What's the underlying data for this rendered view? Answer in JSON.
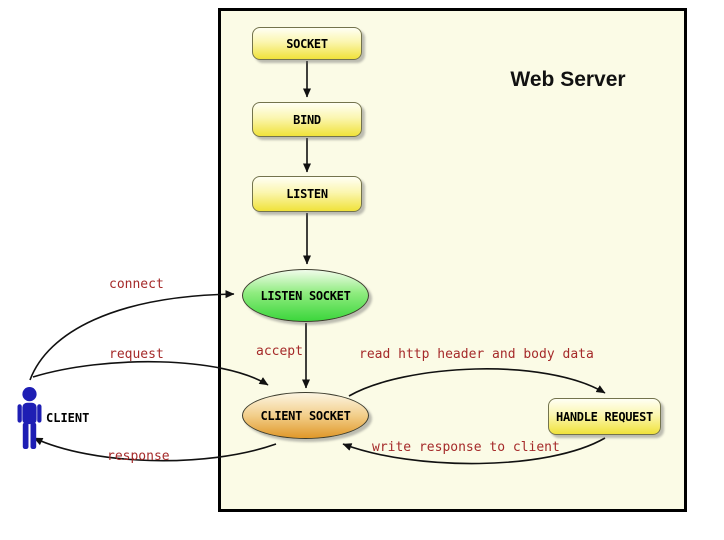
{
  "title": "Web Server",
  "client": {
    "label": "CLIENT"
  },
  "nodes": [
    {
      "id": "socket",
      "label": "SOCKET",
      "shape": "rounded-rect",
      "color": "yellow"
    },
    {
      "id": "bind",
      "label": "BIND",
      "shape": "rounded-rect",
      "color": "yellow"
    },
    {
      "id": "listen",
      "label": "LISTEN",
      "shape": "rounded-rect",
      "color": "yellow"
    },
    {
      "id": "listen-socket",
      "label": "LISTEN SOCKET",
      "shape": "ellipse",
      "color": "green"
    },
    {
      "id": "client-socket",
      "label": "CLIENT SOCKET",
      "shape": "ellipse",
      "color": "orange"
    },
    {
      "id": "handle-request",
      "label": "HANDLE REQUEST",
      "shape": "rounded-rect",
      "color": "yellow"
    }
  ],
  "edges": [
    {
      "id": "socket-to-bind",
      "from": "SOCKET",
      "to": "BIND",
      "label": ""
    },
    {
      "id": "bind-to-listen",
      "from": "BIND",
      "to": "LISTEN",
      "label": ""
    },
    {
      "id": "listen-to-listen-socket",
      "from": "LISTEN",
      "to": "LISTEN SOCKET",
      "label": ""
    },
    {
      "id": "accept",
      "from": "LISTEN SOCKET",
      "to": "CLIENT SOCKET",
      "label": "accept"
    },
    {
      "id": "connect",
      "from": "CLIENT",
      "to": "LISTEN SOCKET",
      "label": "connect"
    },
    {
      "id": "request",
      "from": "CLIENT",
      "to": "CLIENT SOCKET",
      "label": "request"
    },
    {
      "id": "response",
      "from": "CLIENT SOCKET",
      "to": "CLIENT",
      "label": "response"
    },
    {
      "id": "read",
      "from": "CLIENT SOCKET",
      "to": "HANDLE REQUEST",
      "label": "read http header and body data"
    },
    {
      "id": "write",
      "from": "HANDLE REQUEST",
      "to": "CLIENT SOCKET",
      "label": "write response to client"
    }
  ],
  "colors": {
    "server_background": "#FBFBE6",
    "server_border": "#000000",
    "node_yellow": "#F0E23A",
    "node_green": "#3CD63C",
    "node_orange": "#E0982A",
    "edge_label": "#A52A2A",
    "client_blue": "#1E1EB4",
    "arrow": "#111111"
  }
}
